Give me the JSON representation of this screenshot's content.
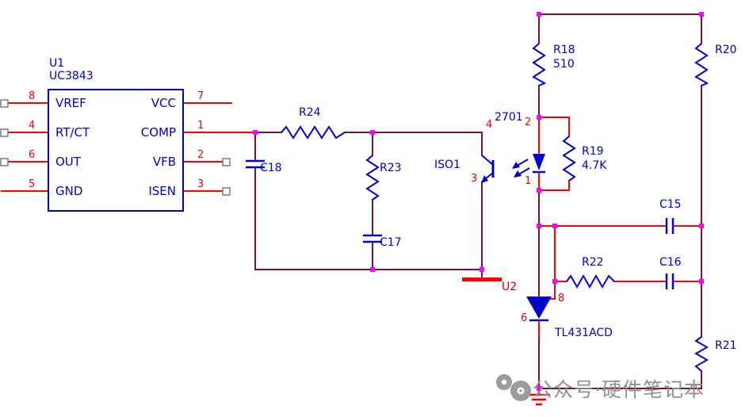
{
  "u1": {
    "ref": "U1",
    "part": "UC3843",
    "left_pins": [
      {
        "num": "8",
        "name": "VREF"
      },
      {
        "num": "4",
        "name": "RT/CT"
      },
      {
        "num": "6",
        "name": "OUT"
      },
      {
        "num": "5",
        "name": "GND"
      }
    ],
    "right_pins": [
      {
        "num": "7",
        "name": "VCC"
      },
      {
        "num": "1",
        "name": "COMP"
      },
      {
        "num": "2",
        "name": "VFB"
      },
      {
        "num": "3",
        "name": "ISEN"
      }
    ]
  },
  "iso1": {
    "ref": "ISO1",
    "part": "2701",
    "pin4": "4",
    "pin3": "3",
    "pin2": "2",
    "pin1": "1"
  },
  "u2": {
    "ref": "U2",
    "part": "TL431ACD",
    "pin8": "8",
    "pin6": "6"
  },
  "resistors": {
    "r18": {
      "ref": "R18",
      "value": "510"
    },
    "r19": {
      "ref": "R19",
      "value": "4.7K"
    },
    "r20": {
      "ref": "R20"
    },
    "r21": {
      "ref": "R21"
    },
    "r22": {
      "ref": "R22"
    },
    "r23": {
      "ref": "R23"
    },
    "r24": {
      "ref": "R24"
    }
  },
  "capacitors": {
    "c15": {
      "ref": "C15"
    },
    "c16": {
      "ref": "C16"
    },
    "c17": {
      "ref": "C17"
    },
    "c18": {
      "ref": "C18"
    }
  },
  "watermark": {
    "text": "公众号·硬件笔记本"
  },
  "colors": {
    "net_wire": "#7a1040",
    "pin_wire": "#ff0000",
    "symbol": "#0000cc",
    "junction": "#ff00ff"
  }
}
